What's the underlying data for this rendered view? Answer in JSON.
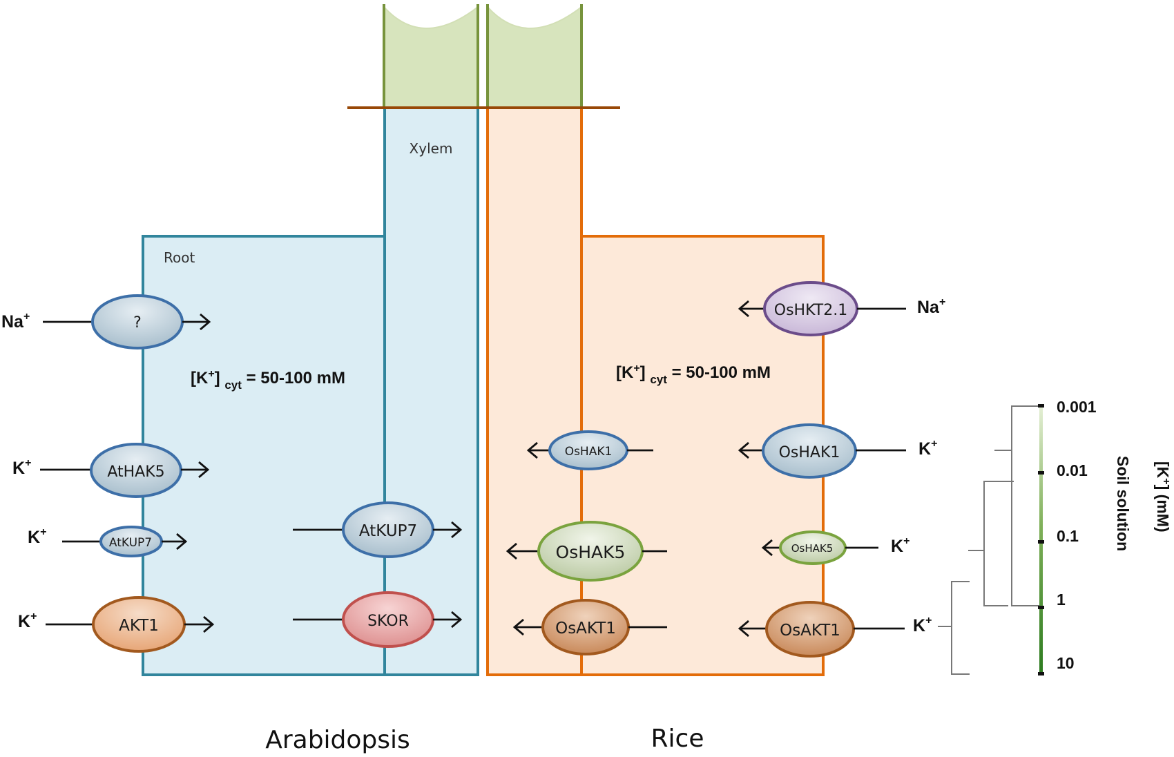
{
  "labels": {
    "xylem": "Xylem",
    "root": "Root",
    "arabidopsis": "Arabidopsis",
    "rice": "Rice",
    "conc_ara": "[K+] cyt = 50-100 mM",
    "conc_rice": "[K+] cyt = 50-100 mM",
    "conc_pre": "[K",
    "conc_sup": "+",
    "conc_mid": "] ",
    "conc_sub": "cyt",
    "conc_post": " = 50-100 mM"
  },
  "ions": {
    "na": "Na",
    "k": "K",
    "plus": "+"
  },
  "proteins": {
    "unknown": "?",
    "athak5": "AtHAK5",
    "atkup7_small": "AtKUP7",
    "atkup7": "AtKUP7",
    "akt1": "AKT1",
    "skor": "SKOR",
    "oshkt21": "OsHKT2.1",
    "oshak1_small": "OsHAK1",
    "oshak1": "OsHAK1",
    "oshak5": "OsHAK5",
    "oshak5_small": "OsHAK5",
    "osakt1_left": "OsAKT1",
    "osakt1_right": "OsAKT1"
  },
  "scale": {
    "title": "Soil solution",
    "unit": "[K+] (mM)",
    "ticks": [
      "0.001",
      "0.01",
      "0.1",
      "1",
      "10"
    ]
  },
  "colors": {
    "ara_fill": "#dbedf4",
    "ara_stroke": "#31859c",
    "rice_fill": "#fde9d9",
    "rice_stroke": "#e36c09",
    "shoot_fill": "#d7e4bd",
    "shoot_stroke": "#77933c",
    "ground_line": "#984807",
    "blue_prot": "#3d6fa8",
    "orange_prot": "#a2591e",
    "purple_prot": "#6b4c8a",
    "green_prot": "#7aa33e",
    "red_prot": "#c0504d"
  }
}
